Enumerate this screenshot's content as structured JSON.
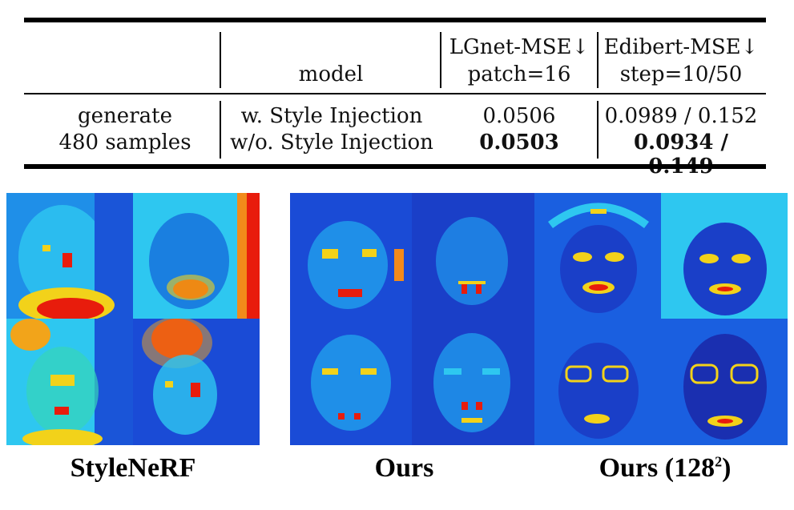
{
  "table": {
    "header": {
      "col_model": "model",
      "col_lgnet_line1": "LGnet-MSE↓",
      "col_lgnet_line2": "patch=16",
      "col_edibert_line1": "Edibert-MSE↓",
      "col_edibert_line2": "step=10/50"
    },
    "row_label_line1": "generate",
    "row_label_line2": "480 samples",
    "rows": [
      {
        "model": "w. Style Injection",
        "lgnet": "0.0506",
        "edibert": "0.0989 / 0.152"
      },
      {
        "model": "w/o. Style Injection",
        "lgnet": "0.0503",
        "edibert": "0.0934 / 0.149"
      }
    ]
  },
  "captions": {
    "stylenerf": "StyleNeRF",
    "ours": "Ours",
    "ours_hr": "Ours (128",
    "ours_hr_sup": "2",
    "ours_hr_close": ")"
  },
  "colors": {
    "colormap_low": "#0a2fc4",
    "colormap_mid": "#2ec7f0",
    "colormap_high": "#e81c0c",
    "colormap_warm": "#f2d21a"
  }
}
